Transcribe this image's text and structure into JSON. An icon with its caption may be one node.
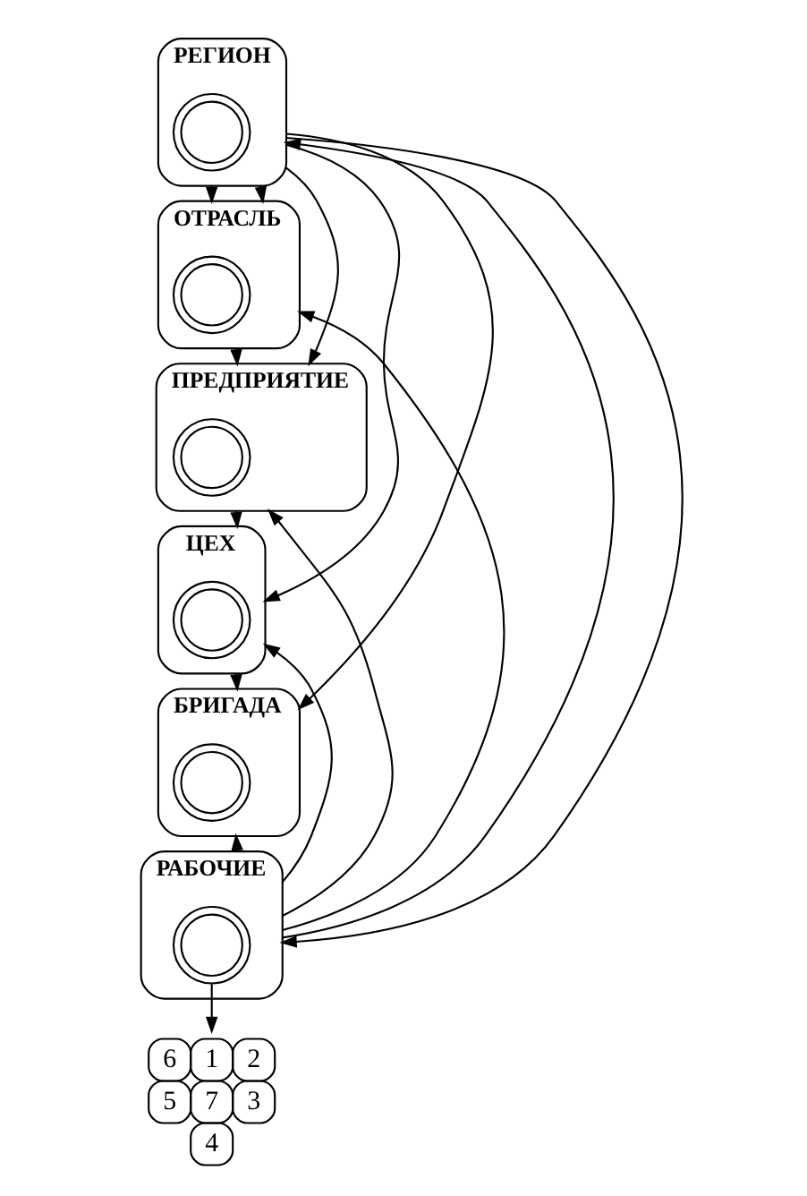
{
  "diagram": {
    "nodes": [
      {
        "text": [
          "РЕГИОН"
        ]
      },
      {
        "text": [],
        "shape": "picture",
        "in": 0
      },
      {
        "text": [
          "ОТРАСЛЬ"
        ]
      },
      {
        "text": [],
        "shape": "picture",
        "in": 2
      },
      {
        "text": [
          "ПРЕДПРИЯТИЕ"
        ]
      },
      {
        "text": [],
        "shape": "picture",
        "in": 4
      },
      {
        "text": [
          "ЦЕХ"
        ]
      },
      {
        "text": [],
        "shape": "picture",
        "in": 6
      },
      {
        "text": [
          "БРИГАДА"
        ]
      },
      {
        "text": [],
        "shape": "picture",
        "in": 8
      },
      {
        "text": [
          "РАБОЧИЕ"
        ]
      },
      {
        "text": [],
        "shape": "picture",
        "in": 10
      },
      {
        "text": [
          "1",
          "2",
          "3",
          "4",
          "5",
          "6",
          "7"
        ]
      }
    ],
    "edges": [
      {
        "from": 0,
        "to": 2,
        "arrow": "to"
      },
      {
        "from": 2,
        "to": 4,
        "arrow": "to"
      },
      {
        "from": 4,
        "to": 6,
        "arrow": "to"
      },
      {
        "from": 6,
        "to": 8,
        "arrow": "to"
      },
      {
        "from": 10,
        "to": 8,
        "arrow": "to"
      },
      {
        "from": 10,
        "to": 0,
        "arrow": "to"
      },
      {
        "from": 10,
        "to": 2,
        "arrow": "to"
      },
      {
        "from": 10,
        "to": 4,
        "arrow": "to"
      },
      {
        "from": 10,
        "to": 6,
        "arrow": "to"
      },
      {
        "from": 0,
        "to": 2,
        "arrow": "to"
      },
      {
        "from": 0,
        "to": 4,
        "arrow": "to"
      },
      {
        "from": 0,
        "to": 6,
        "arrow": "to"
      },
      {
        "from": 0,
        "to": 8,
        "arrow": "to"
      },
      {
        "from": 0,
        "to": 10,
        "arrow": "to"
      },
      {
        "from": 11,
        "to": 12,
        "arrow": "to"
      }
    ]
  }
}
